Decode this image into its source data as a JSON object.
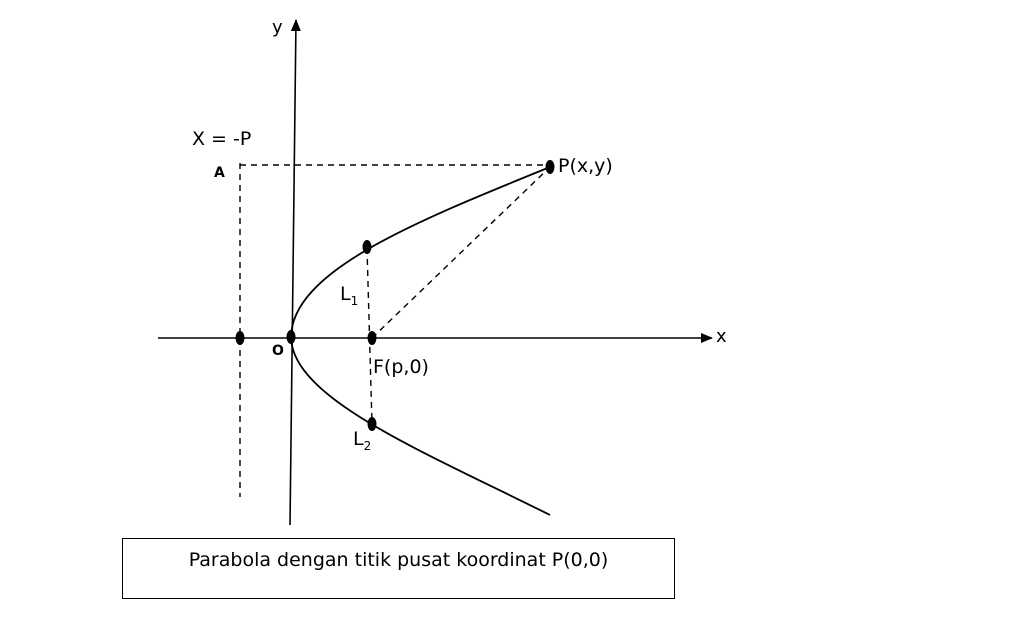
{
  "labels": {
    "y_axis": "y",
    "x_axis": "x",
    "directrix": "X = -P",
    "point_a": "A",
    "point_p": "P(x,y)",
    "origin": "O",
    "focus": "F(p,0)",
    "latus_1_main": "L",
    "latus_1_sub": "1",
    "latus_2_main": "L",
    "latus_2_sub": "2"
  },
  "caption": "Parabola dengan titik pusat koordinat P(0,0)",
  "colors": {
    "stroke": "#000000",
    "background": "#ffffff"
  }
}
